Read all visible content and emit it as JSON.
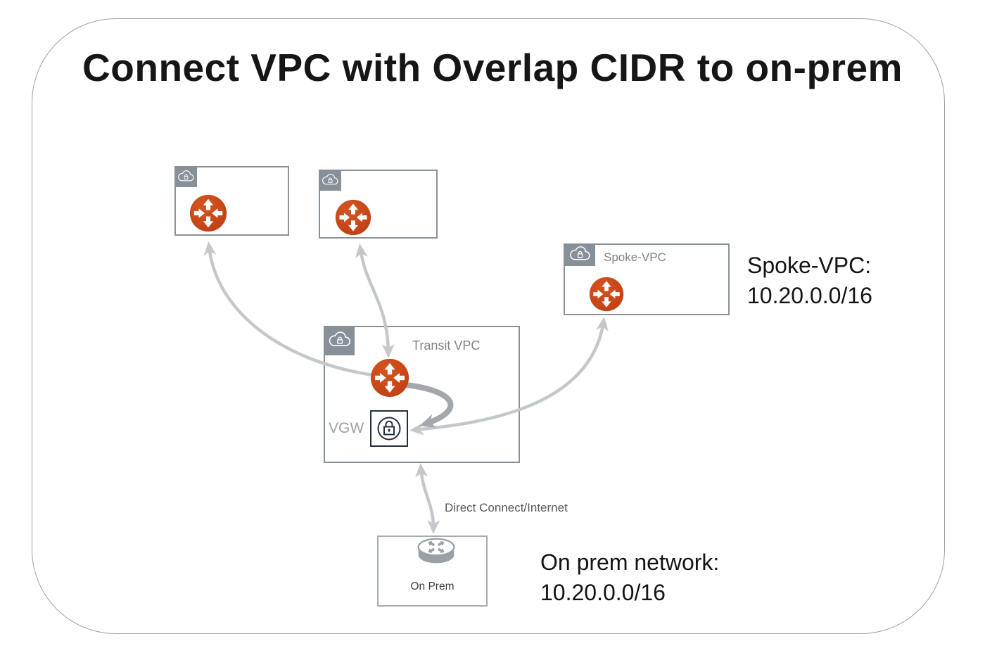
{
  "title": "Connect VPC with Overlap CIDR to on-prem",
  "boxes": {
    "vpc1": {
      "label": ""
    },
    "vpc2": {
      "label": ""
    },
    "spoke": {
      "label": "Spoke-VPC"
    },
    "transit": {
      "label": "Transit VPC",
      "vgw_label": "VGW"
    },
    "onprem": {
      "label": "On Prem"
    }
  },
  "annotations": {
    "spoke_cidr_line1": "Spoke-VPC:",
    "spoke_cidr_line2": "10.20.0.0/16",
    "onprem_cidr_line1": "On prem network:",
    "onprem_cidr_line2": "10.20.0.0/16",
    "link_label": "Direct Connect/Internet"
  },
  "icons": {
    "vpc_tab": "cloud-with-lock-icon",
    "router": "vpc-router-arrows-icon",
    "vgw": "lock-in-circle-icon",
    "onprem_router": "hardware-router-icon"
  },
  "colors": {
    "router_orange": "#C7481D",
    "tab_gray": "#878F97",
    "box_border": "#8A9197",
    "arrow_light": "#C5C8CB",
    "arrow_dark": "#A4A8AC",
    "vgw_navy": "#232F3E",
    "frame_border": "#9CA2A8"
  }
}
